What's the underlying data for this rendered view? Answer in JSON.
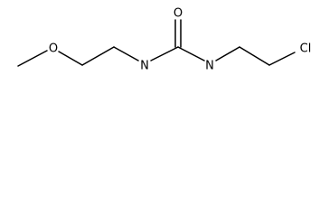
{
  "molecule": {
    "atoms": {
      "oxygen_ether": "O",
      "nitrogen_left": "N",
      "oxygen_carbonyl": "O",
      "nitrogen_right": "N",
      "chlorine": "Cl"
    }
  }
}
